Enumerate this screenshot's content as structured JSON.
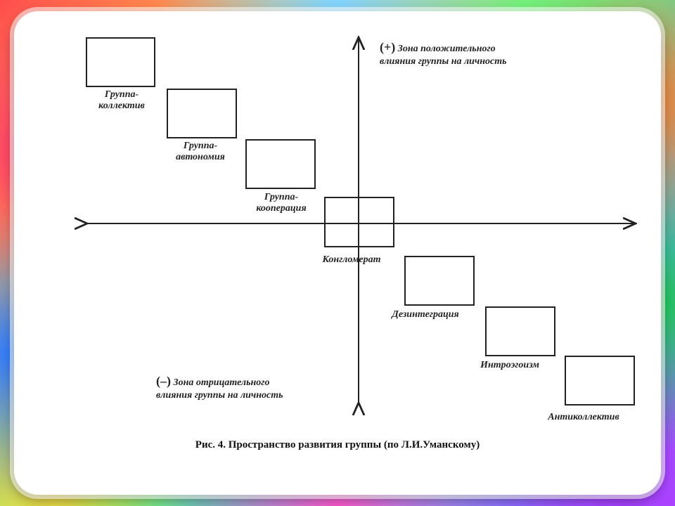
{
  "zones": {
    "positive": {
      "sign": "(+)",
      "line1": "Зона положительного",
      "line2": "влияния группы на личность"
    },
    "negative": {
      "sign": "(–)",
      "line1": "Зона отрицательного",
      "line2": "влияния группы на личность"
    }
  },
  "stages": [
    {
      "line1": "Группа-",
      "line2": "коллектив"
    },
    {
      "line1": "Группа-",
      "line2": "автономия"
    },
    {
      "line1": "Группа-",
      "line2": "кооперация"
    },
    {
      "line1": "Конгломерат",
      "line2": ""
    },
    {
      "line1": "Дезинтеграция",
      "line2": ""
    },
    {
      "line1": "Интроэгоизм",
      "line2": ""
    },
    {
      "line1": "Антиколлектив",
      "line2": ""
    }
  ],
  "caption": "Рис. 4. Пространство развития группы (по Л.И.Уманскому)"
}
